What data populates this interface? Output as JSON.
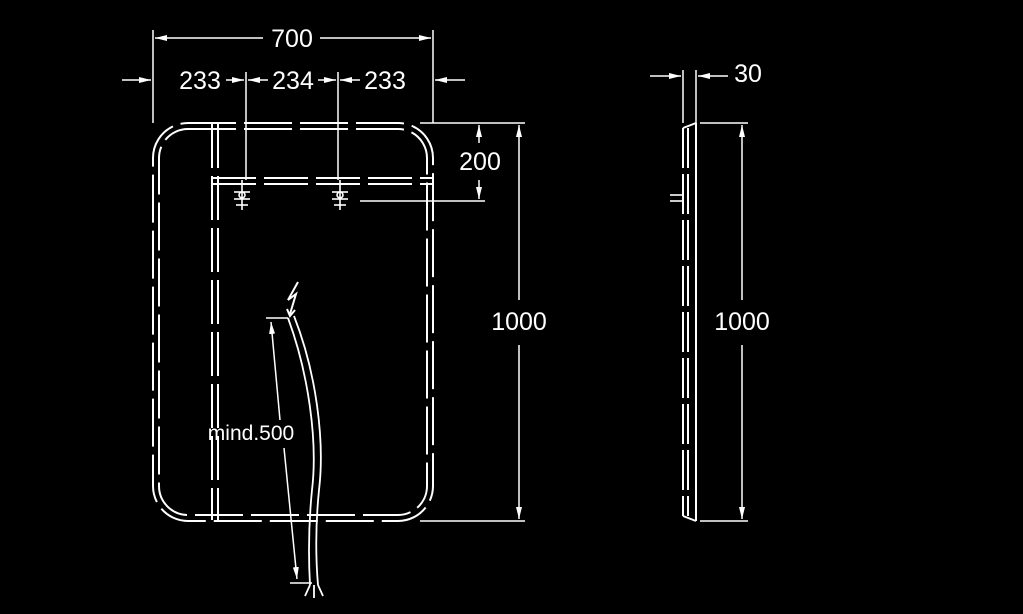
{
  "colors": {
    "background": "#000000",
    "line": "#ffffff"
  },
  "front_view": {
    "overall_width": "700",
    "spacing_left": "233",
    "spacing_middle": "234",
    "spacing_right": "233",
    "mount_height": "200",
    "total_height": "1000",
    "cable_length": "mind.500"
  },
  "side_view": {
    "depth": "30",
    "total_height": "1000"
  },
  "icons": {
    "power": "lightning-bolt-icon"
  }
}
